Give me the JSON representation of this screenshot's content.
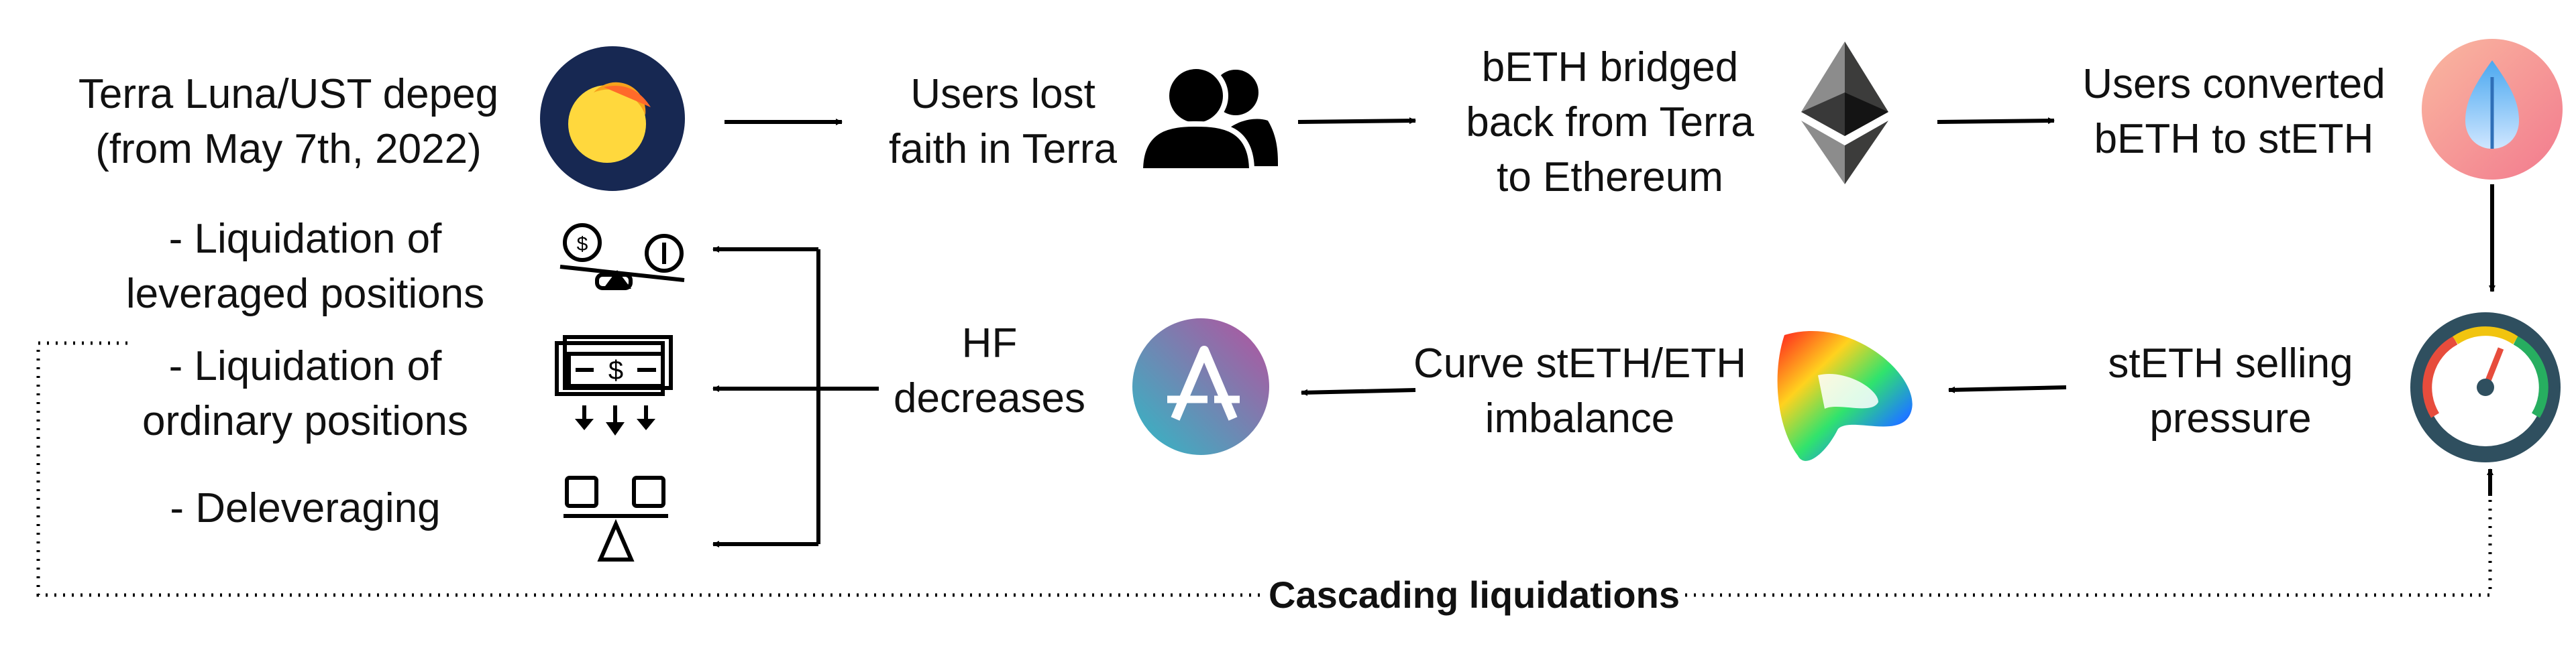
{
  "nodes": {
    "terra_depeg": {
      "line1": "Terra Luna/UST depeg",
      "line2": "(from May 7th, 2022)"
    },
    "users_lost_faith": {
      "line1": "Users lost",
      "line2": "faith in Terra"
    },
    "beth_bridged": {
      "line1": "bETH bridged",
      "line2": "back from Terra",
      "line3": "to Ethereum"
    },
    "users_converted": {
      "line1": "Users converted",
      "line2": "bETH to stETH"
    },
    "steth_selling": {
      "line1": "stETH selling",
      "line2": "pressure"
    },
    "curve_imbalance": {
      "line1": "Curve stETH/ETH",
      "line2": "imbalance"
    },
    "hf_decreases": {
      "line1": "HF",
      "line2": "decreases"
    },
    "liq_leveraged": {
      "line1": "- Liquidation of",
      "line2": "leveraged positions"
    },
    "liq_ordinary": {
      "line1": "- Liquidation of",
      "line2": "ordinary positions"
    },
    "deleveraging": {
      "line1": "- Deleveraging"
    }
  },
  "loop": {
    "label": "Cascading liquidations"
  },
  "icons": [
    "terra-luna-logo-icon",
    "users-icon",
    "ethereum-logo-icon",
    "lido-steth-logo-icon",
    "gauge-icon",
    "curve-logo-icon",
    "aave-logo-icon",
    "balance-scale-coins-icon",
    "cash-stack-icon",
    "balance-scale-icon"
  ],
  "colors": {
    "terra_navy": "#172852",
    "terra_yellow": "#ffd83d",
    "aave_teal": "#2ebac6",
    "aave_purple": "#b6509e",
    "lido_orange": "#f69988",
    "gauge_ring": "#2f4f5f"
  }
}
